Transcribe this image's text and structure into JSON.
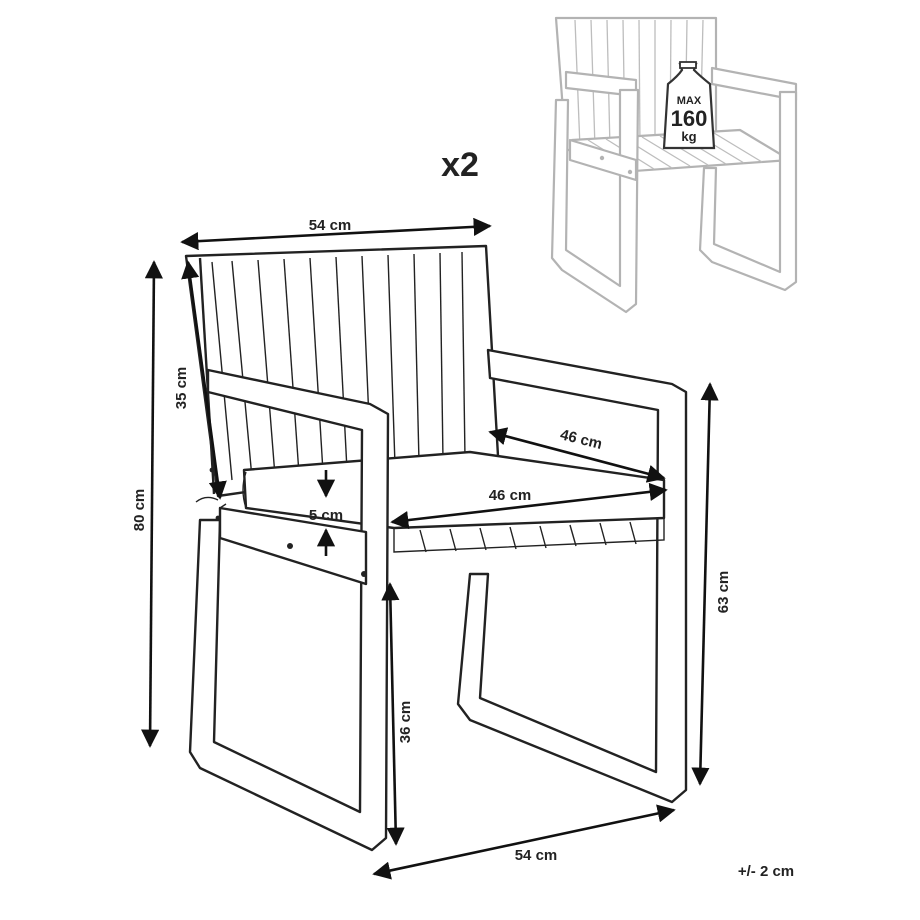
{
  "quantity_label": "x2",
  "max_load": {
    "line1": "MAX",
    "line2": "160",
    "line3": "kg"
  },
  "dimensions": {
    "top_width": "54 cm",
    "back_height": "35 cm",
    "total_height": "80 cm",
    "seat_depth": "46 cm",
    "seat_width": "46 cm",
    "cushion_thickness": "5 cm",
    "arm_height": "63 cm",
    "seat_height": "36 cm",
    "bottom_width": "54 cm"
  },
  "tolerance": "+/- 2 cm",
  "colors": {
    "line": "#222222",
    "ghost": "#b3b3b3",
    "background": "#ffffff"
  }
}
